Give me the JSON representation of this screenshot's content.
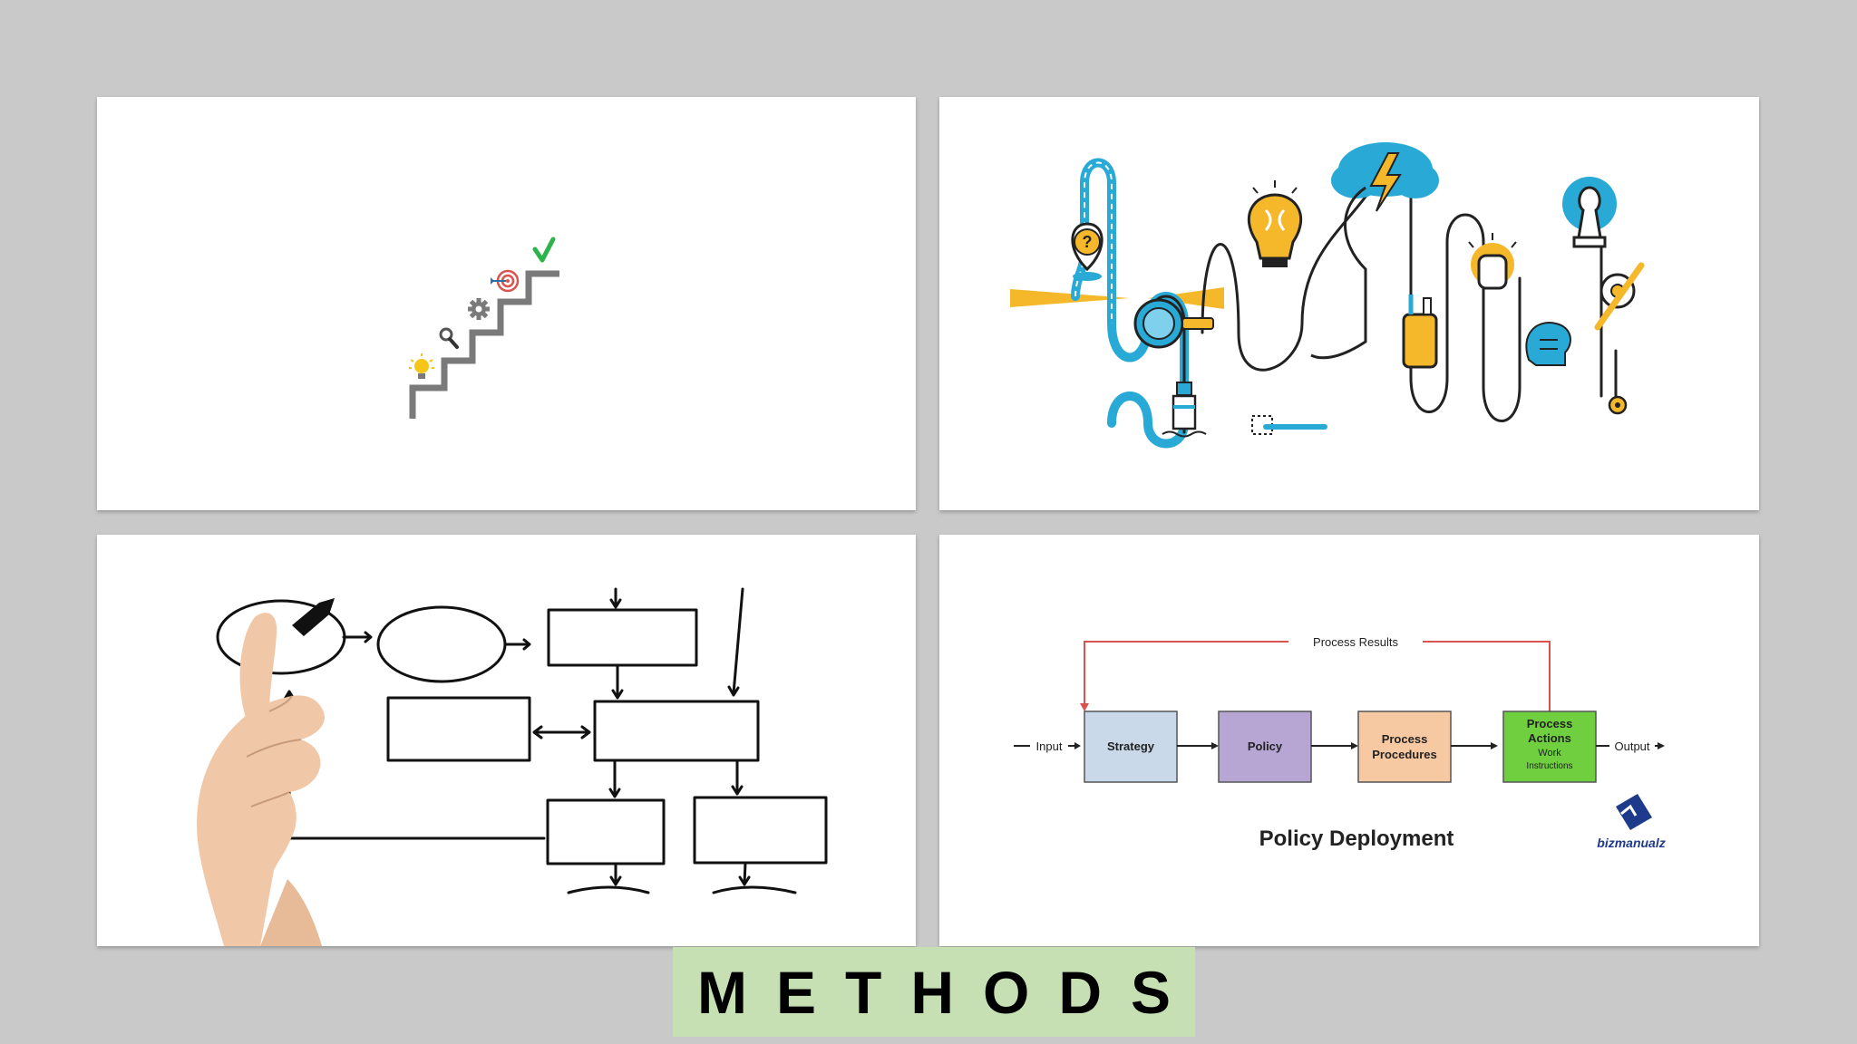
{
  "caption": {
    "text": "METHODS"
  },
  "process_diagram": {
    "feedback_label": "Process Results",
    "input_label": "Input",
    "output_label": "Output",
    "boxes": [
      {
        "lines": [
          "Strategy"
        ],
        "fill": "#c9d9ea"
      },
      {
        "lines": [
          "Policy"
        ],
        "fill": "#b7a6d4"
      },
      {
        "lines": [
          "Process",
          "Procedures"
        ],
        "fill": "#f7c9a3"
      },
      {
        "lines": [
          "Process",
          "Actions",
          "Work",
          "Instructions"
        ],
        "fill": "#6fcf3f"
      }
    ],
    "title": "Policy Deployment",
    "logo_text": "bizmanualz"
  },
  "colors": {
    "background": "#c9c9c9",
    "panel": "#ffffff",
    "caption_bg": "#c6e0b4",
    "stair_gray": "#7a7a7a",
    "check_green": "#2db34a",
    "accent_blue": "#29a9d6",
    "accent_yellow": "#f5b82a",
    "feedback_red": "#d9534f"
  }
}
